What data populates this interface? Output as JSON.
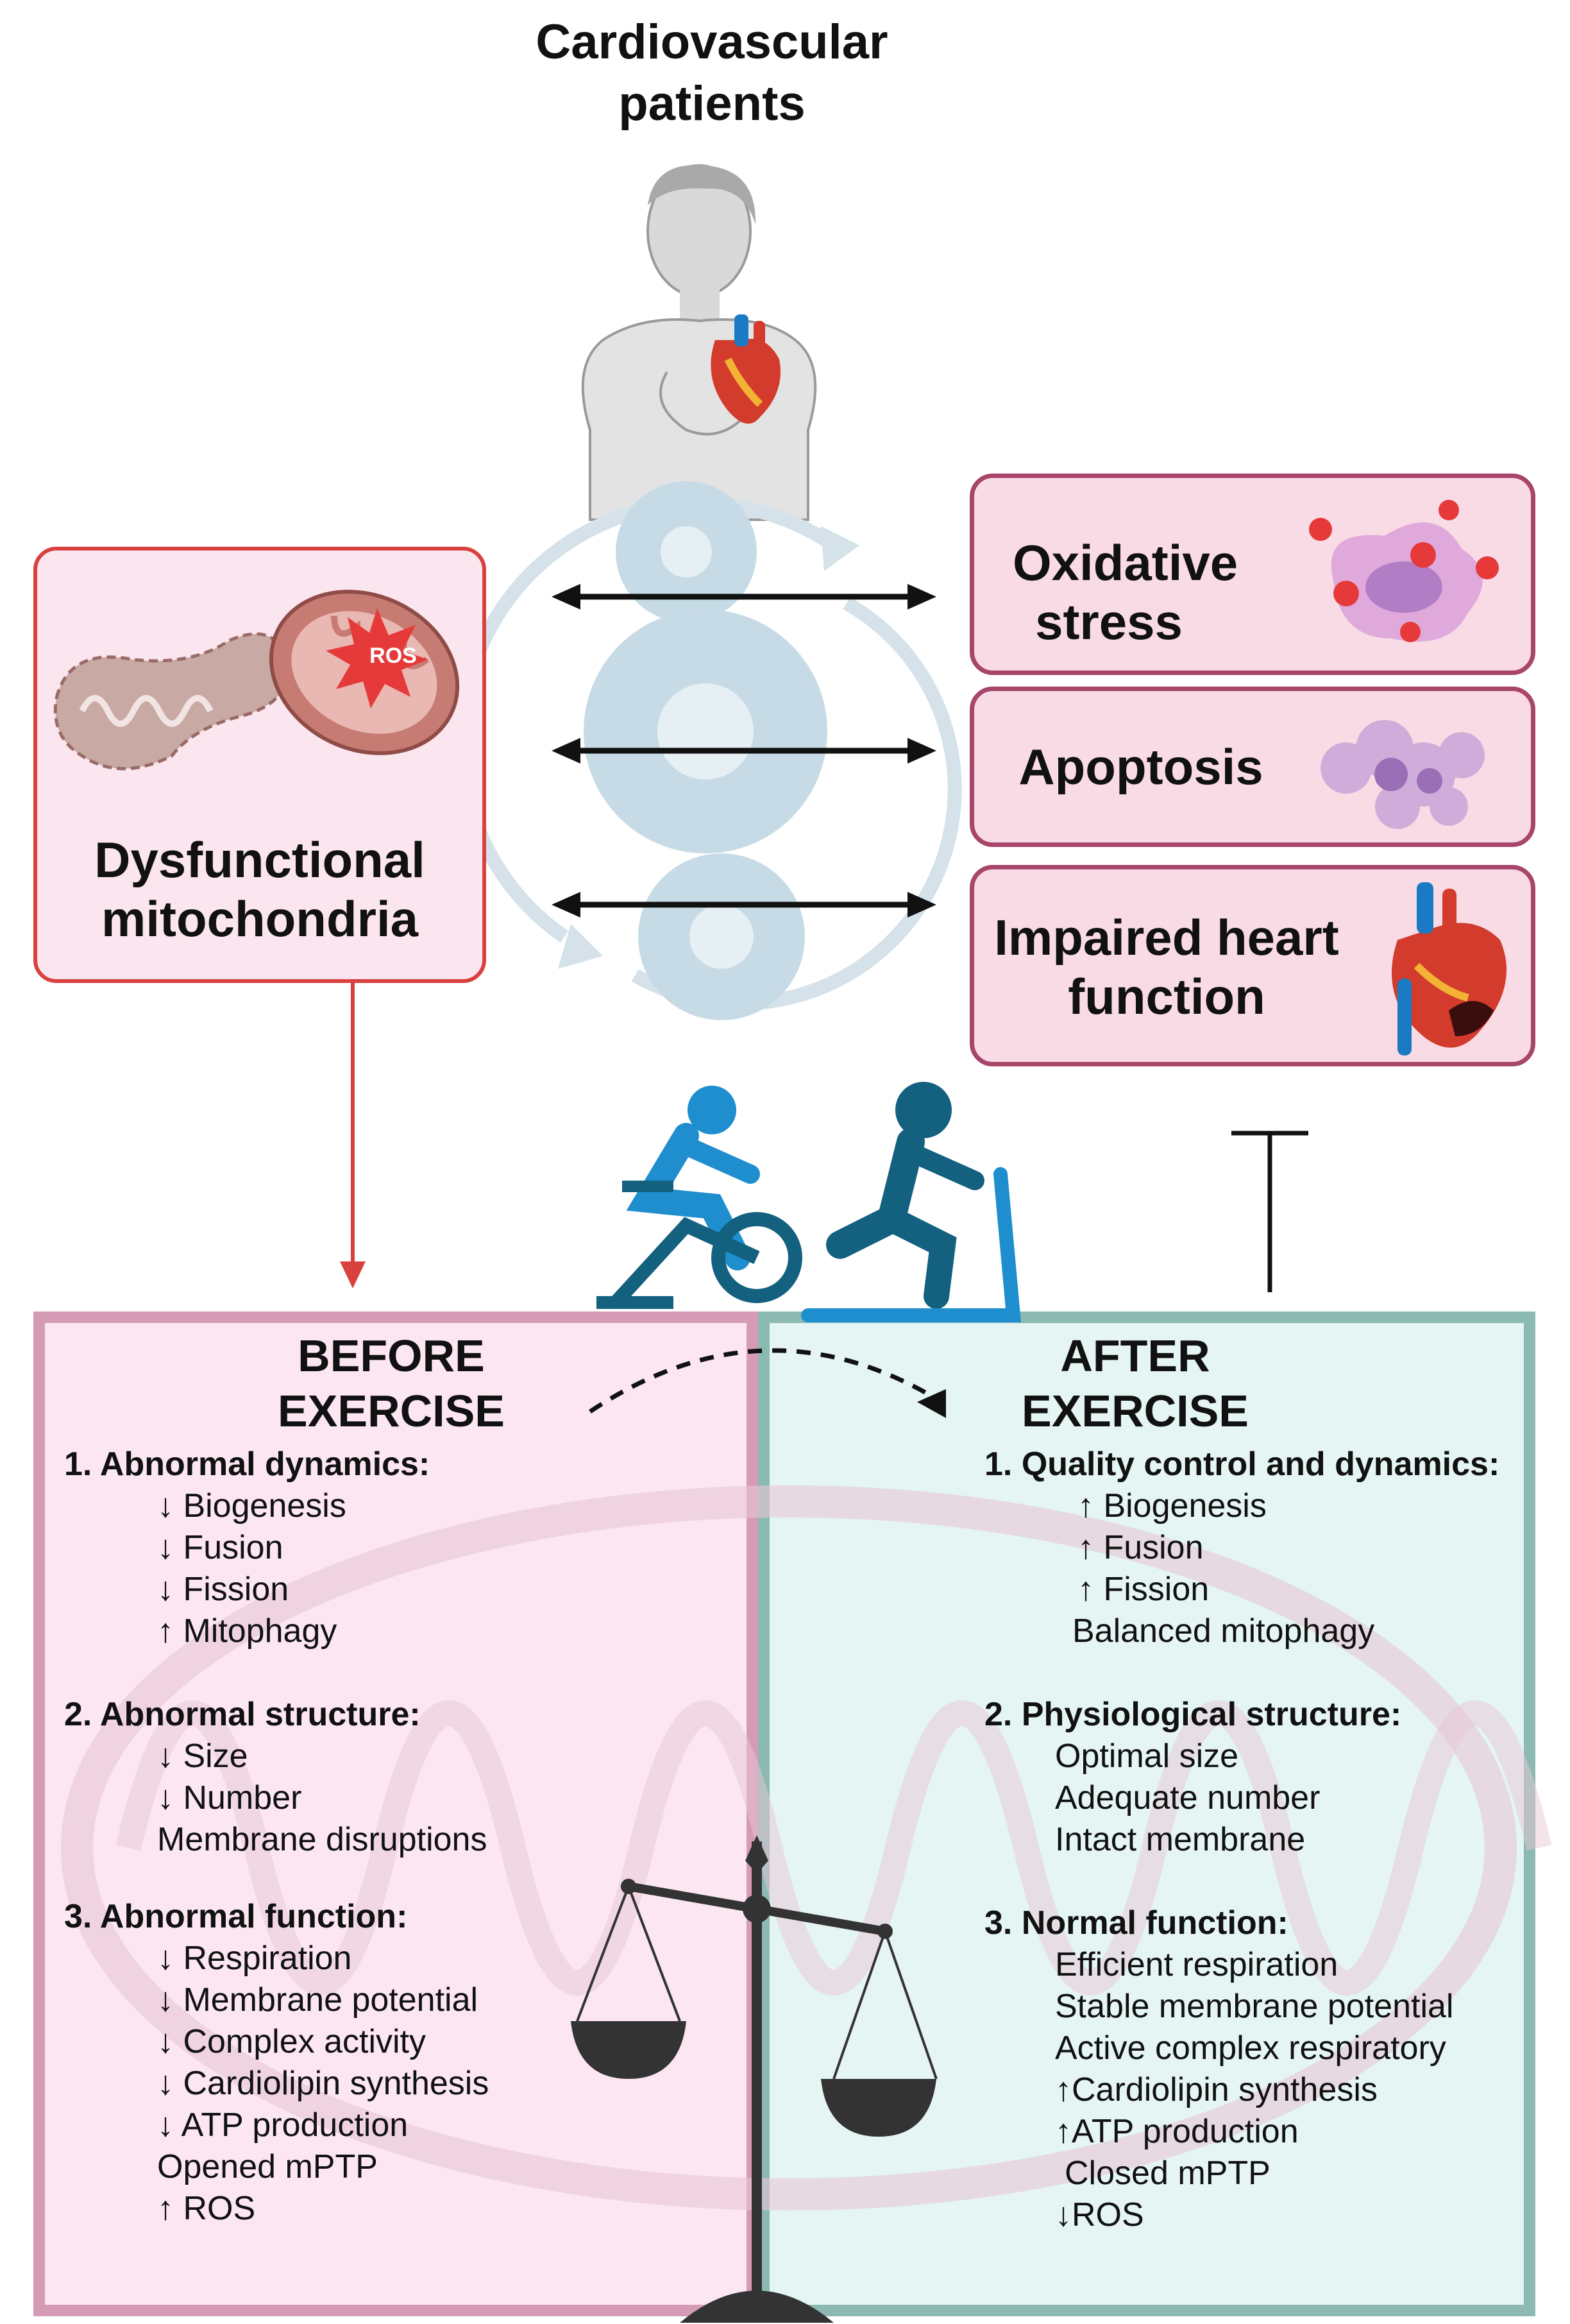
{
  "title": "Cardiovascular patients",
  "dysfunctional": {
    "label": "Dysfunctional mitochondria",
    "ros_badge": "ROS"
  },
  "outcomes": [
    {
      "label": "Oxidative stress",
      "icon": "oxidative-stress-cell-icon"
    },
    {
      "label": "Apoptosis",
      "icon": "apoptotic-cell-icon"
    },
    {
      "label": "Impaired heart function",
      "icon": "damaged-heart-icon"
    }
  ],
  "before": {
    "heading": "BEFORE EXERCISE",
    "sections": [
      {
        "title": "1. Abnormal dynamics:",
        "items": [
          "↓ Biogenesis",
          "↓ Fusion",
          "↓ Fission",
          "↑ Mitophagy"
        ]
      },
      {
        "title": "2. Abnormal structure:",
        "items": [
          "↓ Size",
          "↓ Number",
          "Membrane disruptions"
        ]
      },
      {
        "title": "3. Abnormal function:",
        "items": [
          "↓ Respiration",
          "↓ Membrane potential",
          "↓ Complex activity",
          "↓ Cardiolipin synthesis",
          "↓ ATP production",
          "Opened mPTP",
          "↑ ROS"
        ]
      }
    ]
  },
  "after": {
    "heading": "AFTER EXERCISE",
    "sections": [
      {
        "title": "1. Quality control and dynamics:",
        "items": [
          "↑ Biogenesis",
          "↑ Fusion",
          "↑ Fission",
          "Balanced mitophagy"
        ]
      },
      {
        "title": "2. Physiological structure:",
        "items": [
          "Optimal size",
          "Adequate number",
          "Intact membrane"
        ]
      },
      {
        "title": "3. Normal function:",
        "items": [
          "Efficient respiration",
          "Stable membrane potential",
          "Active complex respiratory",
          "↑Cardiolipin synthesis",
          "↑ATP production",
          "Closed mPTP",
          "↓ROS"
        ]
      }
    ]
  },
  "colors": {
    "red_arrow": "#d9413f",
    "before_border": "#d59bb4",
    "after_border": "#8cb9b2",
    "exercise_blue": "#1e8ecf",
    "exercise_dark": "#13607f",
    "gear": "#c7dbe6"
  }
}
